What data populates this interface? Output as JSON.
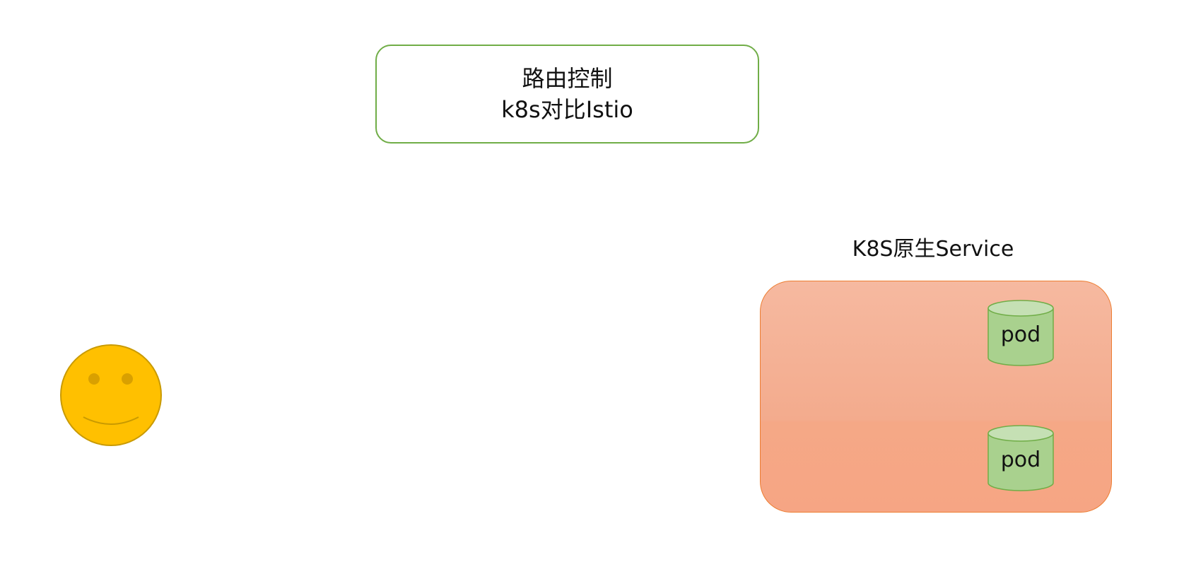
{
  "title_box": {
    "line1": "路由控制",
    "line2": "k8s对比Istio"
  },
  "service": {
    "label": "K8S原生Service",
    "pods": [
      "pod",
      "pod"
    ]
  },
  "colors": {
    "title_border": "#70ad47",
    "service_fill": "#f4b08f",
    "service_border": "#ed7d31",
    "pod_fill": "#a9d18e",
    "pod_border": "#70ad47",
    "smiley_fill": "#ffc000"
  },
  "icons": {
    "user": "smiley-face-icon",
    "pod": "cylinder-icon"
  }
}
